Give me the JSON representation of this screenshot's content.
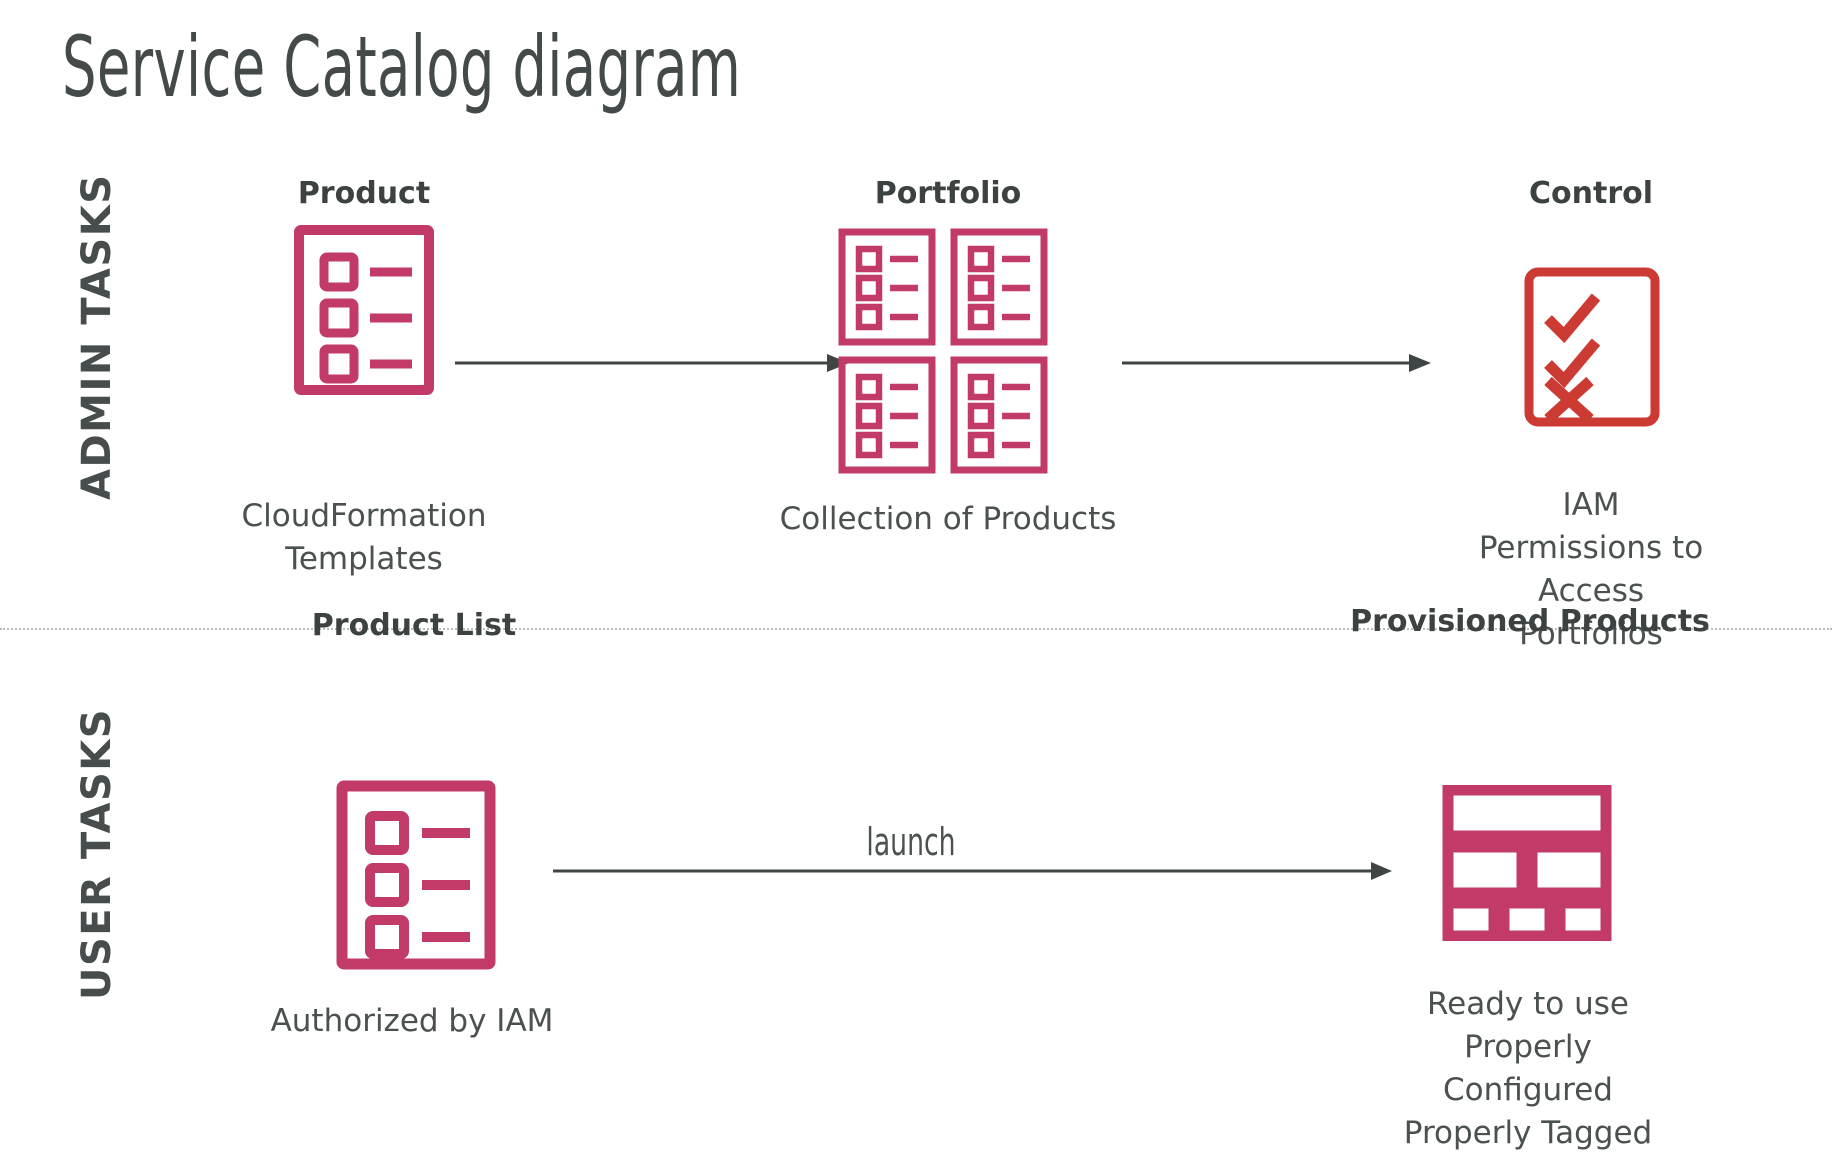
{
  "page": {
    "title": "Service Catalog diagram",
    "background_color": "#ffffff",
    "text_color": "#3f4544"
  },
  "colors": {
    "accent_pink": "#C23A68",
    "accent_red": "#CC3B33",
    "text_dark": "#3c4241",
    "text_body": "#4a5150",
    "arrow": "#3f4544",
    "divider": "#b9bcbc"
  },
  "bands": [
    {
      "id": "admin",
      "label": "ADMIN TASKS"
    },
    {
      "id": "user",
      "label": "USER TASKS"
    }
  ],
  "nodes": [
    {
      "id": "product",
      "band": "admin",
      "title": "Product",
      "caption": "CloudFormation\nTemplates",
      "icon": "document-checklist-icon",
      "icon_color": "#C23A68"
    },
    {
      "id": "portfolio",
      "band": "admin",
      "title": "Portfolio",
      "caption": "Collection of Products",
      "icon": "four-documents-grid-icon",
      "icon_color": "#C23A68"
    },
    {
      "id": "control",
      "band": "admin",
      "title": "Control",
      "caption": "IAM Permissions to\nAccess Portfolios",
      "icon": "checklist-approval-icon",
      "icon_color": "#CC3B33"
    },
    {
      "id": "product-list",
      "band": "user",
      "title": "Product List",
      "caption": "Authorized by IAM",
      "icon": "document-checklist-icon",
      "icon_color": "#C23A68"
    },
    {
      "id": "provisioned-products",
      "band": "user",
      "title": "Provisioned Products",
      "caption": "Ready to use\nProperly Configured\nProperly Tagged",
      "icon": "stacked-blocks-icon",
      "icon_color": "#C23A68"
    }
  ],
  "edges": [
    {
      "id": "product-to-portfolio",
      "from": "product",
      "to": "portfolio",
      "label": ""
    },
    {
      "id": "portfolio-to-control",
      "from": "portfolio",
      "to": "control",
      "label": ""
    },
    {
      "id": "productlist-to-provisioned",
      "from": "product-list",
      "to": "provisioned-products",
      "label": "launch"
    }
  ]
}
